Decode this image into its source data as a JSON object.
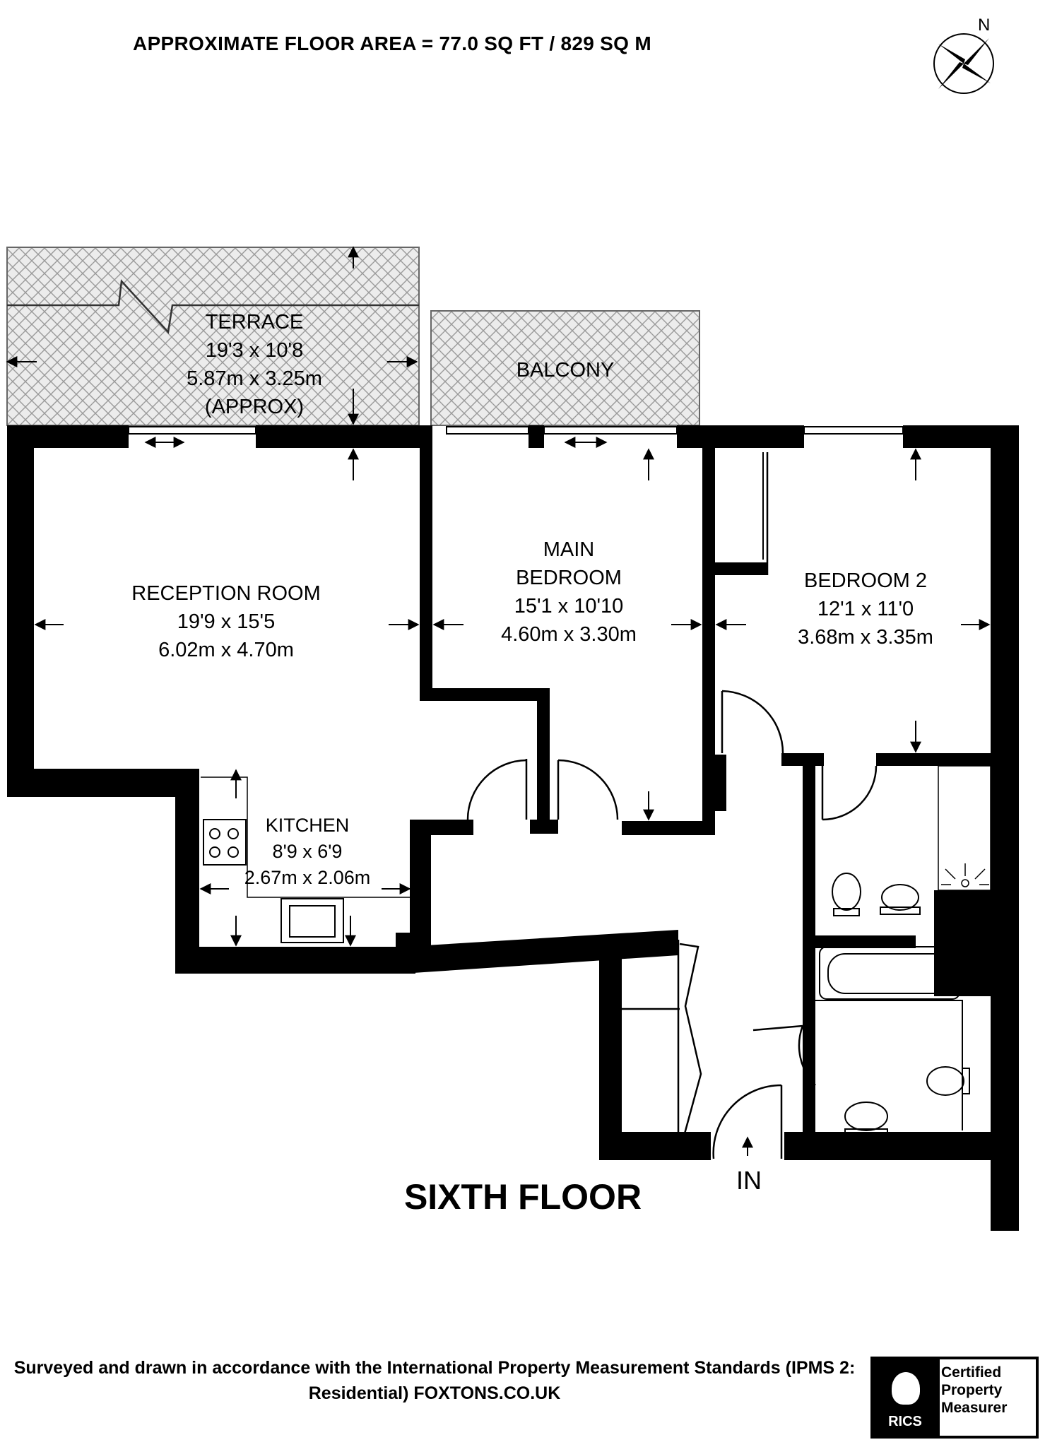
{
  "header": {
    "area_text": "APPROXIMATE FLOOR AREA = 77.0 SQ FT / 829 SQ M",
    "north_label": "N"
  },
  "rooms": {
    "terrace": {
      "name": "TERRACE",
      "dim_imperial": "19'3 x 10'8",
      "dim_metric": "5.87m x 3.25m",
      "note": "(APPROX)"
    },
    "balcony": {
      "name": "BALCONY"
    },
    "reception": {
      "name": "RECEPTION ROOM",
      "dim_imperial": "19'9 x 15'5",
      "dim_metric": "6.02m x 4.70m"
    },
    "main_bedroom": {
      "name_line1": "MAIN",
      "name_line2": "BEDROOM",
      "dim_imperial": "15'1 x 10'10",
      "dim_metric": "4.60m x 3.30m"
    },
    "bedroom2": {
      "name": "BEDROOM 2",
      "dim_imperial": "12'1 x 11'0",
      "dim_metric": "3.68m x 3.35m"
    },
    "kitchen": {
      "name": "KITCHEN",
      "dim_imperial": "8'9 x 6'9",
      "dim_metric": "2.67m x 2.06m"
    }
  },
  "floor_label": "SIXTH FLOOR",
  "entrance_label": "IN",
  "footer": {
    "line1": "Surveyed and drawn in accordance with the International Property Measurement Standards (IPMS 2:",
    "line2": "Residential) FOXTONS.CO.UK"
  },
  "badges": {
    "rics_word": "RICS",
    "certified_line1": "Certified",
    "certified_line2": "Property",
    "certified_line3": "Measurer"
  },
  "colors": {
    "wall": "#000000",
    "hatch": "#bdbdbd",
    "background": "#ffffff"
  },
  "icons": [
    "compass-icon",
    "rics-logo-icon",
    "door-swing-icon",
    "hob-icon",
    "sink-icon",
    "toilet-icon",
    "basin-icon",
    "bath-icon",
    "shower-icon"
  ]
}
